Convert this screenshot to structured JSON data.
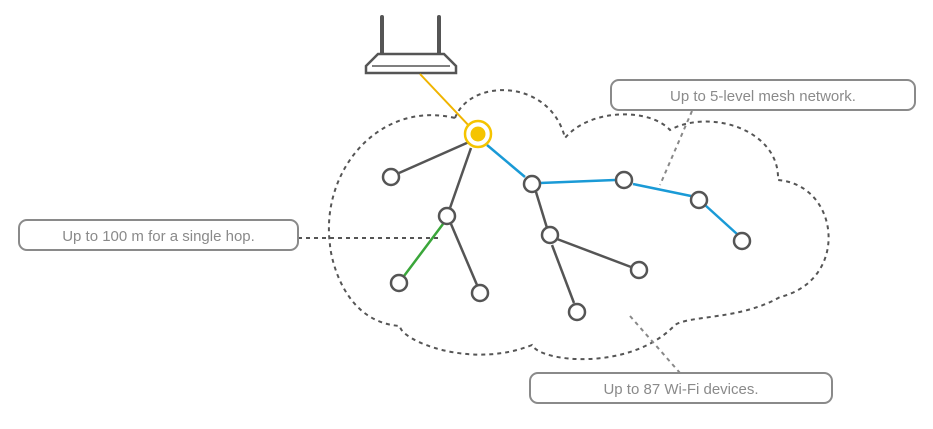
{
  "callouts": {
    "single_hop": "Up to 100 m for a single hop.",
    "mesh_levels": "Up to 5-level mesh network.",
    "devices": "Up to 87 Wi-Fi devices."
  },
  "colors": {
    "cloud_outline": "#555555",
    "node_outline": "#555555",
    "link_default": "#555555",
    "link_mesh_path": "#1a9ad6",
    "link_single_hop": "#3aa63a",
    "router_uplink": "#f0b400",
    "root_node": "#f5c400",
    "callout_border": "#8a8a8a",
    "callout_text": "#8a8a8a"
  },
  "icons": {
    "router": "wifi-router-icon"
  }
}
